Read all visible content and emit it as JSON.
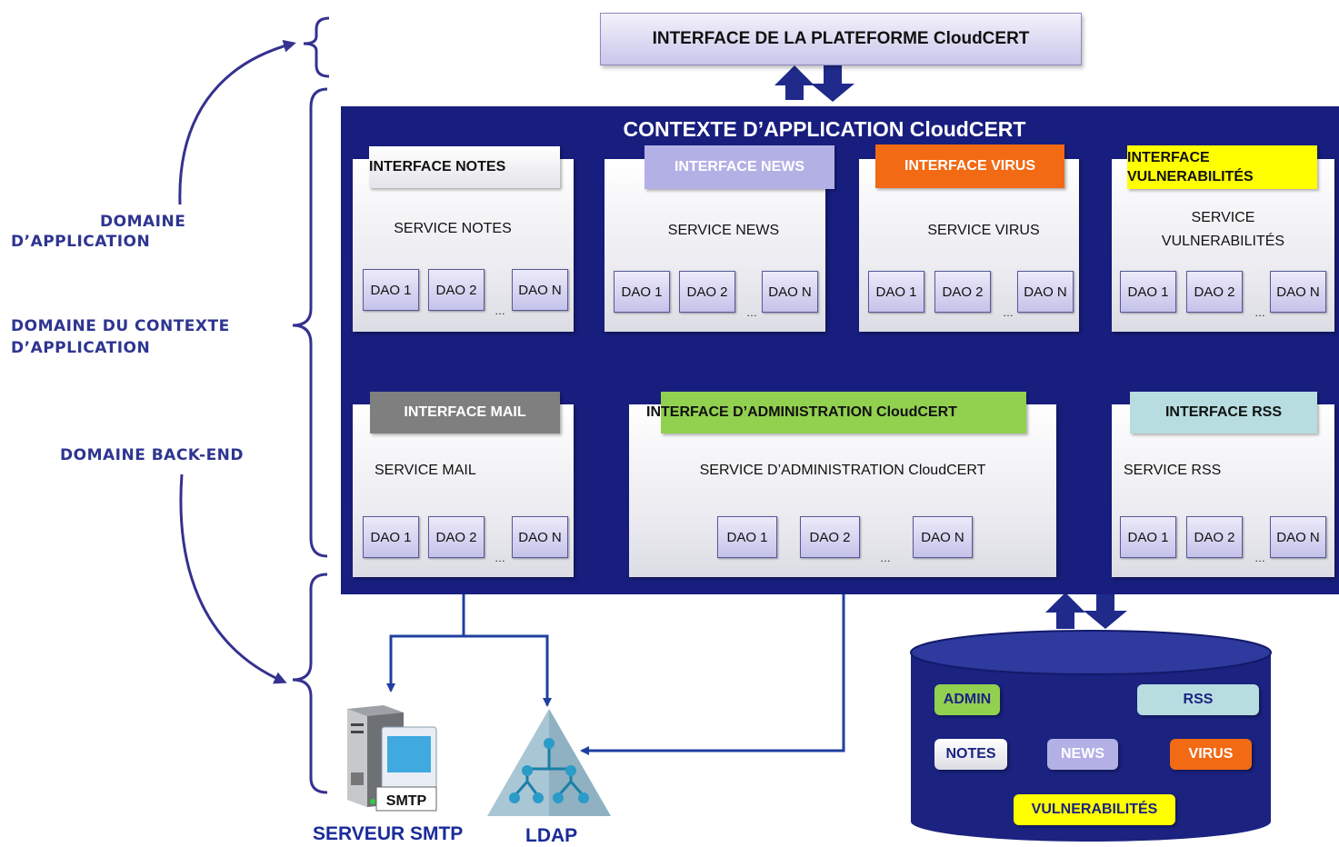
{
  "top_interface": "INTERFACE DE LA PLATEFORME CloudCERT",
  "context_title": "CONTEXTE D’APPLICATION CloudCERT",
  "domains": {
    "application": [
      "DOMAINE",
      "D’APPLICATION"
    ],
    "context": [
      "DOMAINE DU CONTEXTE",
      "D’APPLICATION"
    ],
    "backend": "DOMAINE BACK-END"
  },
  "dao_labels": [
    "DAO 1",
    "DAO 2",
    "DAO N"
  ],
  "dots": "…",
  "modules": {
    "notes": {
      "interface": "INTERFACE  NOTES",
      "service": "SERVICE NOTES"
    },
    "news": {
      "interface": "INTERFACE NEWS",
      "service": "SERVICE NEWS"
    },
    "virus": {
      "interface": "INTERFACE VIRUS",
      "service": "SERVICE VIRUS"
    },
    "vuln": {
      "interface_lines": [
        "INTERFACE",
        "VULNERABILITÉS"
      ],
      "service_lines": [
        "SERVICE",
        "VULNERABILITÉS"
      ]
    },
    "mail": {
      "interface": "INTERFACE MAIL",
      "service": "SERVICE MAIL"
    },
    "admin": {
      "interface": "INTERFACE D’ADMINISTRATION  CloudCERT",
      "service": "SERVICE D’ADMINISTRATION  CloudCERT"
    },
    "rss": {
      "interface": "INTERFACE RSS",
      "service": "SERVICE RSS"
    }
  },
  "database_tags": {
    "admin": "ADMIN",
    "rss": "RSS",
    "notes": "NOTES",
    "news": "NEWS",
    "virus": "VIRUS",
    "vuln": "VULNERABILITÉS"
  },
  "smtp_icon_text": "SMTP",
  "smtp_server": "SERVEUR SMTP",
  "ldap": "LDAP",
  "colors": {
    "context_bg": "#181e7e",
    "domain_text": "#2e3590",
    "news_iface": "#b3b0e6",
    "virus_iface": "#f26a14",
    "vuln_iface": "#ffff00",
    "mail_iface": "#7f7f7f",
    "admin_iface": "#92d050",
    "rss_iface": "#b7dde0"
  }
}
